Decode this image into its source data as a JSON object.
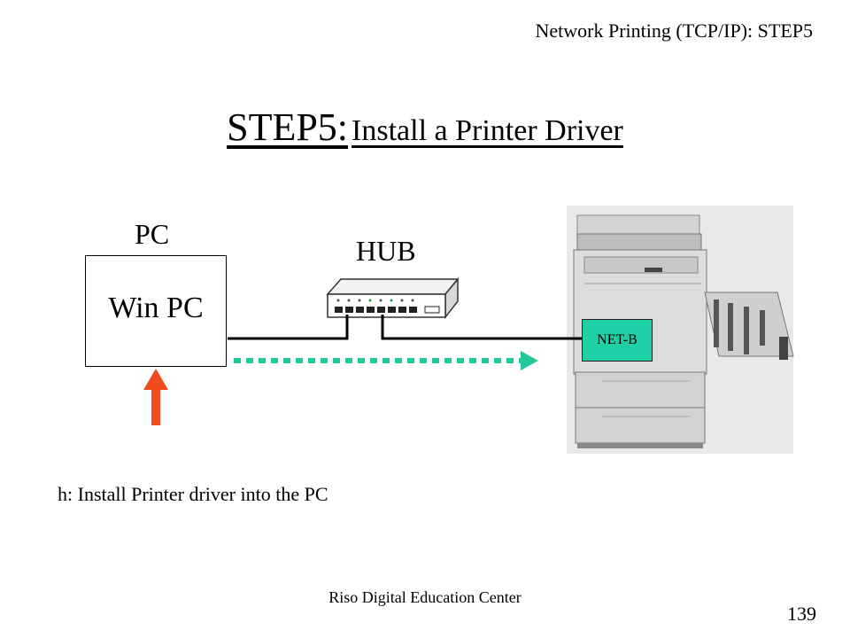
{
  "header": {
    "title": "Network Printing (TCP/IP): STEP5"
  },
  "slide": {
    "title_main": "STEP5:",
    "title_sub": "Install a Printer Driver"
  },
  "diagram": {
    "pc_label": "PC",
    "pc_box_label": "Win PC",
    "hub_label": "HUB",
    "printer_module_label": "NET-B",
    "colors": {
      "arrow": "#f04a1e",
      "dotted_arrow": "#22c79a",
      "module": "#1fcfa6"
    }
  },
  "caption": "h: Install Printer driver into the PC",
  "footer": {
    "organization": "Riso Digital Education Center",
    "page_number": "139"
  }
}
